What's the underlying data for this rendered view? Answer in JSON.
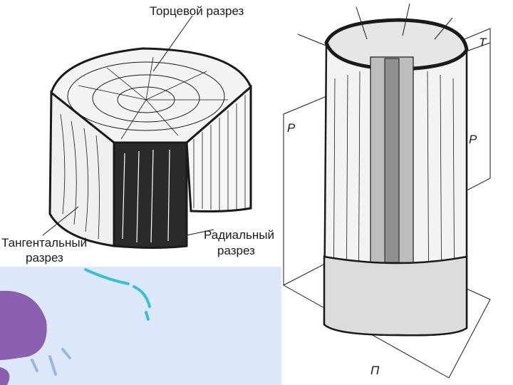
{
  "figure_left": {
    "labels": {
      "end_section": "Торцевой разрез",
      "tangential_line1": "Тангентальный",
      "tangential_line2": "разрез",
      "radial_line1": "Радиальный",
      "radial_line2": "разрез"
    }
  },
  "figure_right": {
    "plane_labels": {
      "p_left": "Р",
      "p_right": "Р",
      "t": "Т",
      "n": "П"
    }
  },
  "colors": {
    "ink": "#1a1a1a",
    "panel_bg": "#dde9fb",
    "ornament_purple": "#8b5fb0",
    "ornament_cyan": "#33c3d8"
  }
}
